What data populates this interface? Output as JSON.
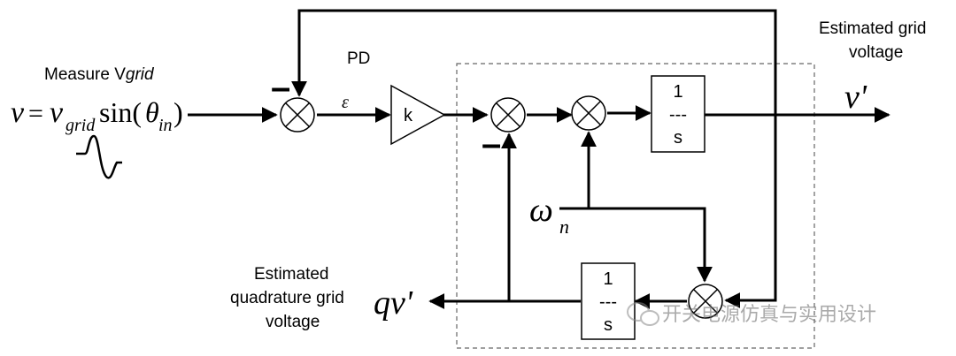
{
  "labels": {
    "measure_prefix": "Measure V",
    "measure_suffix": "grid",
    "pd": "PD",
    "estimated_grid_line1": "Estimated grid",
    "estimated_grid_line2": "voltage",
    "estimated_quad_line1": "Estimated",
    "estimated_quad_line2": "quadrature grid",
    "estimated_quad_line3": "voltage"
  },
  "equation": {
    "v": "v",
    "eq": "=",
    "vgrid": "v",
    "vgrid_sub": "grid",
    "sin": "sin(",
    "theta": "θ",
    "theta_sub": "in",
    "close": ")"
  },
  "symbols": {
    "epsilon": "ε",
    "gain": "k",
    "minus1": "–",
    "minus2": "–",
    "omega": "ω",
    "omega_sub": "n",
    "vprime": "v'",
    "qvprime": "qv'"
  },
  "integrator_top": {
    "num": "1",
    "bar": "---",
    "den": "s"
  },
  "integrator_bottom": {
    "num": "1",
    "bar": "---",
    "den": "s"
  },
  "watermark": {
    "icon": "wechat-icon",
    "text": "开关电源仿真与实用设计"
  }
}
